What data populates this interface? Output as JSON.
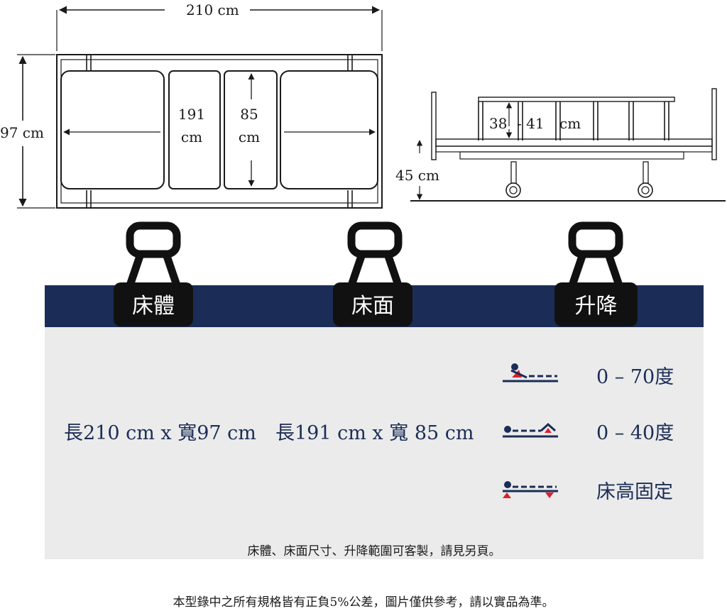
{
  "top_view": {
    "length_label": "210 cm",
    "width_label": "97 cm",
    "surface_length_value": "191",
    "surface_length_unit": "cm",
    "surface_width_value": "85",
    "surface_width_unit": "cm"
  },
  "side_view": {
    "rail_height_label_a": "38",
    "rail_height_label_b": "- 41",
    "rail_height_label_c": "cm",
    "bed_height_label": "45 cm"
  },
  "tags": {
    "frame": "床體",
    "surface": "床面",
    "lift": "升降"
  },
  "specs": {
    "frame": "長210 cm x 寬97 cm",
    "surface": "長191 cm x 寬 85 cm"
  },
  "lift_ranges": [
    {
      "icon": "back-raise-icon",
      "text": "0 – 70度"
    },
    {
      "icon": "knee-raise-icon",
      "text": "0 – 40度"
    },
    {
      "icon": "fixed-height-icon",
      "text": "床高固定"
    }
  ],
  "notes": {
    "customizable": "床體、床面尺寸、升降範圍可客製，請見另頁。",
    "disclaimer": "本型錄中之所有規格皆有正負5%公差，圖片僅供參考，請以實品為準。"
  },
  "colors": {
    "navy": "#1b2d56",
    "panel": "#ebebeb",
    "accent_red": "#d9232d"
  }
}
